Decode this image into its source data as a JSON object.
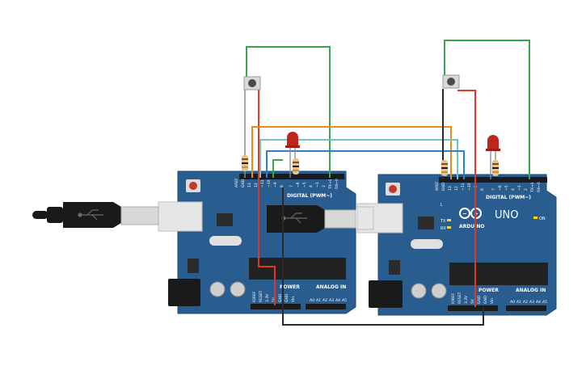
{
  "canvas": {
    "background": "#ffffff"
  },
  "colors": {
    "board": "#2a5d8f",
    "board_dark": "#1f4a73",
    "header": "#1b1b1b",
    "chip": "#222222",
    "usb": "#e6e6e6",
    "plug": "#1a1a1a",
    "wire_green": "#3aa64a",
    "wire_red": "#d93a2b",
    "wire_orange": "#e98a1c",
    "wire_cyan": "#6fc2c8",
    "wire_blue": "#2b82c9",
    "wire_black": "#2a2a2a",
    "led": "#c0251c",
    "button": "#d9d9d9"
  },
  "board_left": {
    "header_digital": "DIGITAL (PWM~)",
    "header_power": "POWER",
    "header_analog": "ANALOG IN",
    "pins_top": [
      "AREF",
      "GND",
      "13",
      "12",
      "~11",
      "~10",
      "~9",
      "8",
      "7",
      "~6",
      "~5",
      "4",
      "~3",
      "2",
      "TX→1",
      "RX←0"
    ],
    "pins_bottom_power": [
      "IOREF",
      "RESET",
      "3.3V",
      "5V",
      "GND",
      "GND",
      "Vin"
    ],
    "pins_bottom_analog": [
      "A0",
      "A1",
      "A2",
      "A3",
      "A4",
      "A5"
    ]
  },
  "board_right": {
    "brand": "ARDUINO",
    "model": "UNO",
    "label_tx": "TX",
    "label_rx": "RX",
    "label_on": "ON",
    "label_l": "L",
    "header_digital": "DIGITAL (PWM~)",
    "header_power": "POWER",
    "header_analog": "ANALOG IN",
    "pins_top": [
      "AREF",
      "GND",
      "13",
      "12",
      "~11",
      "~10",
      "~9",
      "8",
      "7",
      "~6",
      "~5",
      "4",
      "~3",
      "2",
      "TX→1",
      "RX←0"
    ],
    "pins_bottom_power": [
      "IOREF",
      "RESET",
      "3.3V",
      "5V",
      "GND",
      "GND",
      "Vin"
    ],
    "pins_bottom_analog": [
      "A0",
      "A1",
      "A2",
      "A3",
      "A4",
      "A5"
    ]
  }
}
